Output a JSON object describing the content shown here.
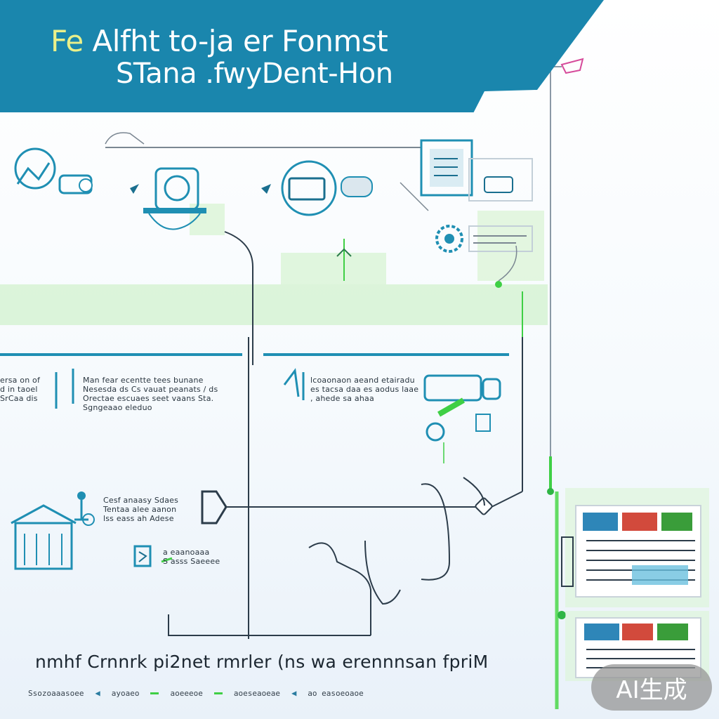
{
  "header": {
    "line1_a": "Fe",
    "line1_b": " Alfht to-ja er Fonmst",
    "line2": "STana .fwyDent-Hon"
  },
  "blocks": [
    {
      "lines": "ersa on of\nd in taoel\nSrCaa dis"
    },
    {
      "lines": "Man fear ecentte tees bunane\nNesesda ds Cs vauat peanats / ds\nOrectae escuaes seet vaans Sta.\nSgngeaao eleduo"
    },
    {
      "lines": "lcoaonaon aeand etairadu\nes tacsa daa es aodus laae\n, ahede sa ahaa"
    },
    {
      "lines": "Cesf anaasy Sdaes\nTentaa alee aanon\nlss eass ah Adese"
    },
    {
      "lines": "a eaanoaaa\nS asss Saeeee"
    }
  ],
  "footer": {
    "title": "nmhf Crnnrk pi2net rmrler (ns wa erennnsan fpriM",
    "legend": [
      "Ssozoaaasoee",
      "ayoaeo",
      "aoeeeoe",
      "aoeseaoeae",
      "ao easoeoaoe"
    ]
  },
  "badge": "AI生成",
  "colors": {
    "banner": "#1a86ad",
    "teal": "#1f8fb3",
    "green": "#4bd84a",
    "line": "#2c3c4a"
  }
}
